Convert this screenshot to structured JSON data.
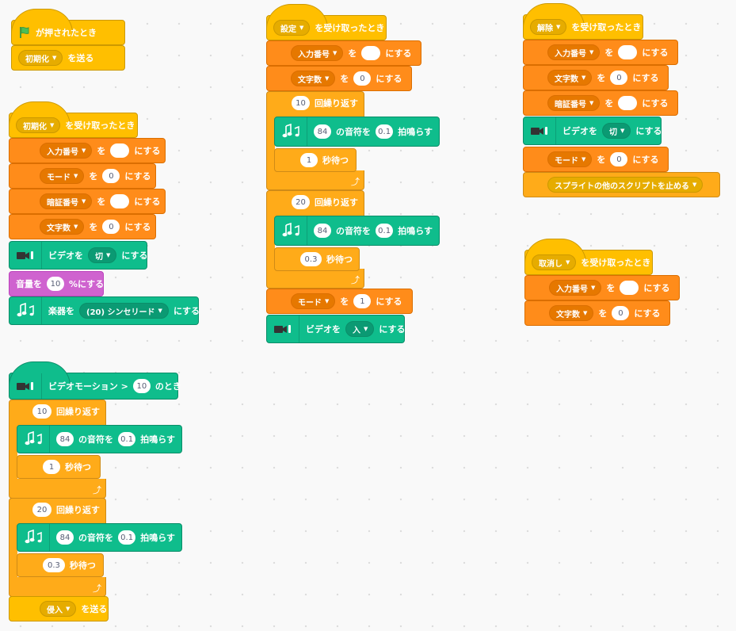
{
  "script_green_flag": {
    "hat_label": "が押されたとき",
    "broadcast_value": "初期化",
    "broadcast_suffix": "を送る"
  },
  "script_init": {
    "hat_value": "初期化",
    "hat_suffix": "を受け取ったとき",
    "sets": [
      {
        "var": "入力番号",
        "value": ""
      },
      {
        "var": "モード",
        "value": "0"
      },
      {
        "var": "暗証番号",
        "value": ""
      },
      {
        "var": "文字数",
        "value": "0"
      }
    ],
    "video_prefix": "ビデオを",
    "video_value": "切",
    "volume_prefix": "音量を",
    "volume_value": "10",
    "volume_suffix": "%にする",
    "instrument_prefix": "楽器を",
    "instrument_value": "(20) シンセリード"
  },
  "script_motion": {
    "hat_prefix": "ビデオモーション >",
    "hat_value": "10",
    "hat_suffix": "のとき",
    "loop1_count": "10",
    "loop2_count": "20",
    "note1": "84",
    "beats1": "0.1",
    "wait1": "1",
    "note2": "84",
    "beats2": "0.1",
    "wait2": "0.3",
    "broadcast_value": "侵入",
    "broadcast_suffix": "を送る"
  },
  "script_setting": {
    "hat_value": "設定",
    "hat_suffix": "を受け取ったとき",
    "set1_var": "入力番号",
    "set1_value": "",
    "set2_var": "文字数",
    "set2_value": "0",
    "loop1_count": "10",
    "note1": "84",
    "beats1": "0.1",
    "wait1": "1",
    "loop2_count": "20",
    "note2": "84",
    "beats2": "0.1",
    "wait2": "0.3",
    "set3_var": "モード",
    "set3_value": "1",
    "video_prefix": "ビデオを",
    "video_value": "入"
  },
  "script_release": {
    "hat_value": "解除",
    "hat_suffix": "を受け取ったとき",
    "set1_var": "入力番号",
    "set1_value": "",
    "set2_var": "文字数",
    "set2_value": "0",
    "set3_var": "暗証番号",
    "set3_value": "",
    "video_prefix": "ビデオを",
    "video_value": "切",
    "set4_var": "モード",
    "set4_value": "0",
    "stop_value": "スプライトの他のスクリプトを止める"
  },
  "script_cancel": {
    "hat_value": "取消し",
    "hat_suffix": "を受け取ったとき",
    "set1_var": "入力番号",
    "set1_value": "",
    "set2_var": "文字数",
    "set2_value": "0"
  },
  "labels": {
    "to": "を",
    "set_suffix": "にする",
    "repeat_suffix": "回繰り返す",
    "note_suffix": "の音符を",
    "beats_suffix": "拍鳴らす",
    "wait_suffix": "秒待つ",
    "caret": "▼",
    "return_arrow": "⤴"
  },
  "colors": {
    "events": "#ffbf00",
    "control": "#ffab19",
    "variables": "#ff8c1a",
    "extension": "#0fbd8c",
    "sound": "#cf63cf"
  },
  "icons": [
    "green-flag-icon",
    "music-icon",
    "video-camera-icon",
    "dropdown-caret-icon",
    "loop-return-arrow-icon"
  ]
}
